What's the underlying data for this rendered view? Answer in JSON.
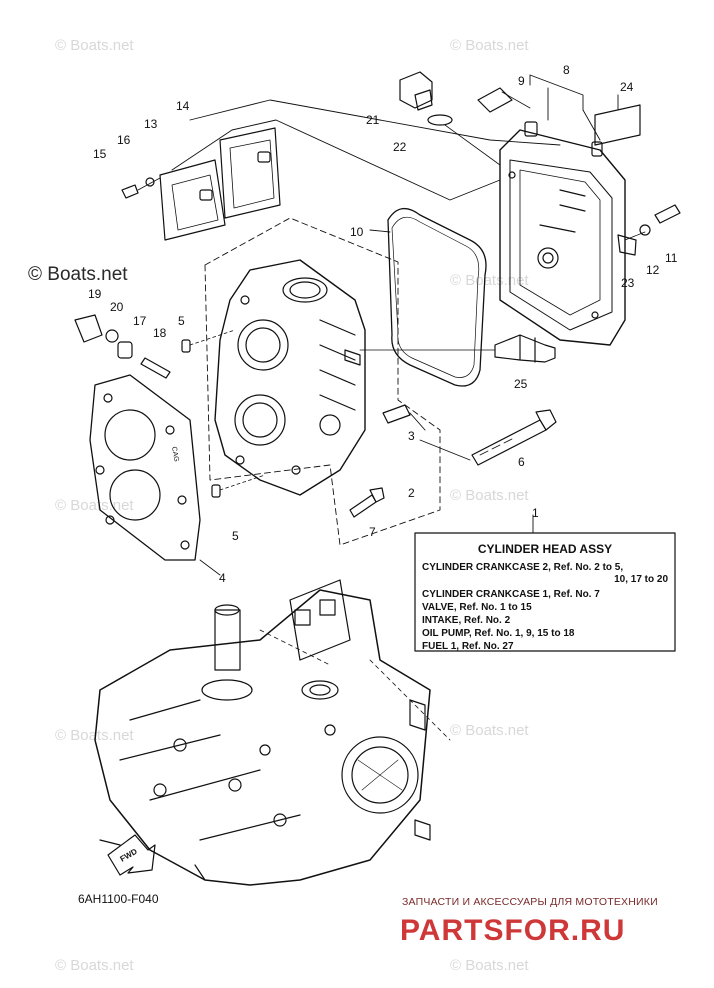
{
  "watermark": "© Boats.net",
  "callouts": [
    "1",
    "2",
    "3",
    "4",
    "5",
    "5",
    "6",
    "7",
    "8",
    "9",
    "10",
    "11",
    "12",
    "13",
    "14",
    "15",
    "16",
    "17",
    "18",
    "19",
    "20",
    "21",
    "22",
    "23",
    "24",
    "25"
  ],
  "info_box": {
    "title": "CYLINDER HEAD ASSY",
    "lines": [
      "CYLINDER CRANKCASE 2,  Ref. No. 2  to  5,",
      "10,  17  to  20",
      "CYLINDER CRANKCASE 1,  Ref. No. 7",
      "VALVE,  Ref. No. 1 to 15",
      "INTAKE,  Ref. No. 2",
      "OIL PUMP,  Ref. No. 1, 9, 15 to 18",
      "FUEL 1,  Ref. No. 27"
    ]
  },
  "diagram_code": "6AH1100-F040",
  "fwd_label": "FWD",
  "gasket_label": "CAG",
  "brand": {
    "tagline": "ЗАПЧАСТИ И АКСЕССУАРЫ ДЛЯ МОТОТЕХНИКИ",
    "name": "PARTSFOR.RU"
  },
  "colors": {
    "line": "#111111",
    "watermark": "#d8d8d8",
    "brand": "#cf3838"
  }
}
